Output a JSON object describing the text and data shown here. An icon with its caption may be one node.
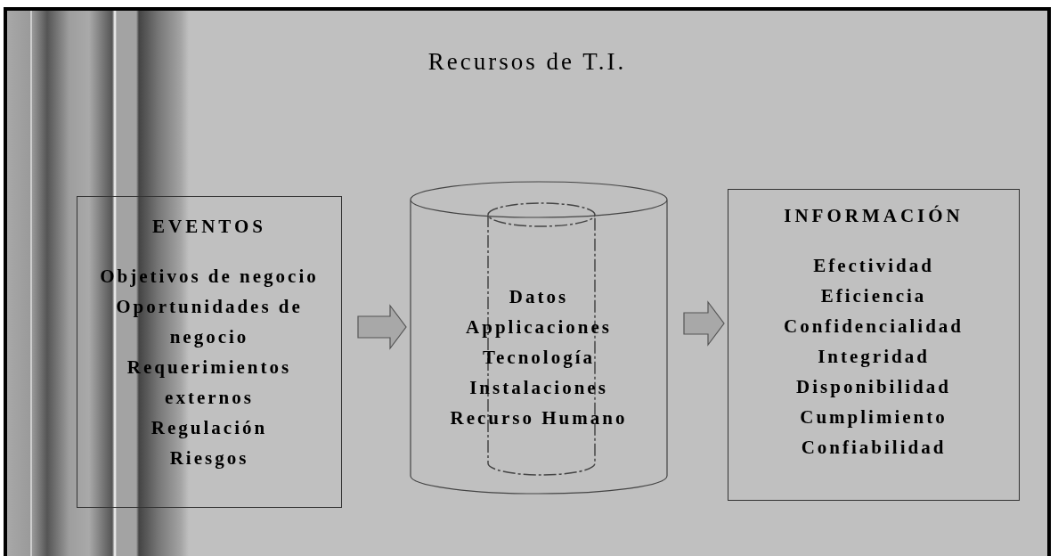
{
  "diagram": {
    "title": "Recursos de T.I.",
    "nodes": [
      {
        "text": [
          "EVENTOS",
          "Objetivos de negocio",
          "Oportunidades de negocio",
          "Requerimientos externos",
          "Regulación",
          "Riesgos"
        ]
      },
      {
        "text": [
          "Datos",
          "Applicaciones",
          "Tecnología",
          "Instalaciones",
          "Recurso Humano"
        ]
      },
      {
        "text": [
          "INFORMACIÓN",
          "Efectividad",
          "Eficiencia",
          "Confidencialidad",
          "Integridad",
          "Disponibilidad",
          "Cumplimiento",
          "Confiabilidad"
        ]
      }
    ],
    "edges": [
      {
        "from": 0,
        "to": 1,
        "arrow": "to"
      },
      {
        "from": 1,
        "to": 2,
        "arrow": "to"
      }
    ]
  }
}
